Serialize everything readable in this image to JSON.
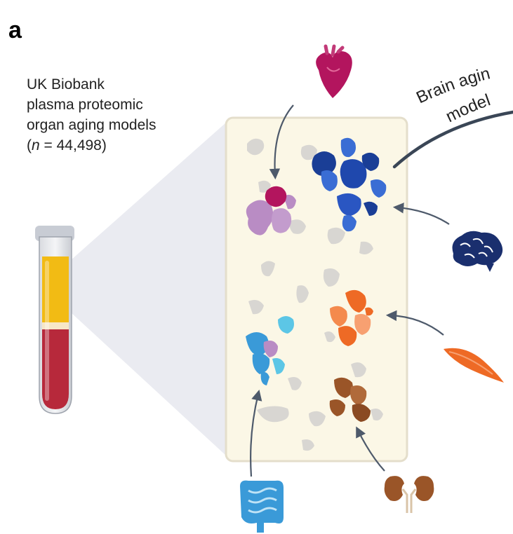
{
  "panel_label": "a",
  "caption": {
    "line1": "UK Biobank",
    "line2": "plasma proteomic",
    "line3": "organ aging models",
    "n_prefix": "(",
    "n_symbol": "n",
    "n_value": " = 44,498)"
  },
  "brain_label": {
    "line1": "Brain agin",
    "line2": "model"
  },
  "organs": [
    "heart-icon",
    "brain-icon",
    "muscle-icon",
    "kidney-icon",
    "intestine-icon"
  ],
  "colors": {
    "panel_bg": "#fbf7e6",
    "panel_border": "#e4decb",
    "heart": "#b3155e",
    "heart_proteins": "#b98cc4",
    "brain": "#1a3e96",
    "brain_proteins": "#3a6dd4",
    "muscle": "#ee6a25",
    "kidney": "#9a5528",
    "intestine": "#3a9ad8",
    "arrow": "#4e5a6b",
    "plasma": "#f2bb14",
    "blood": "#b7293b"
  }
}
